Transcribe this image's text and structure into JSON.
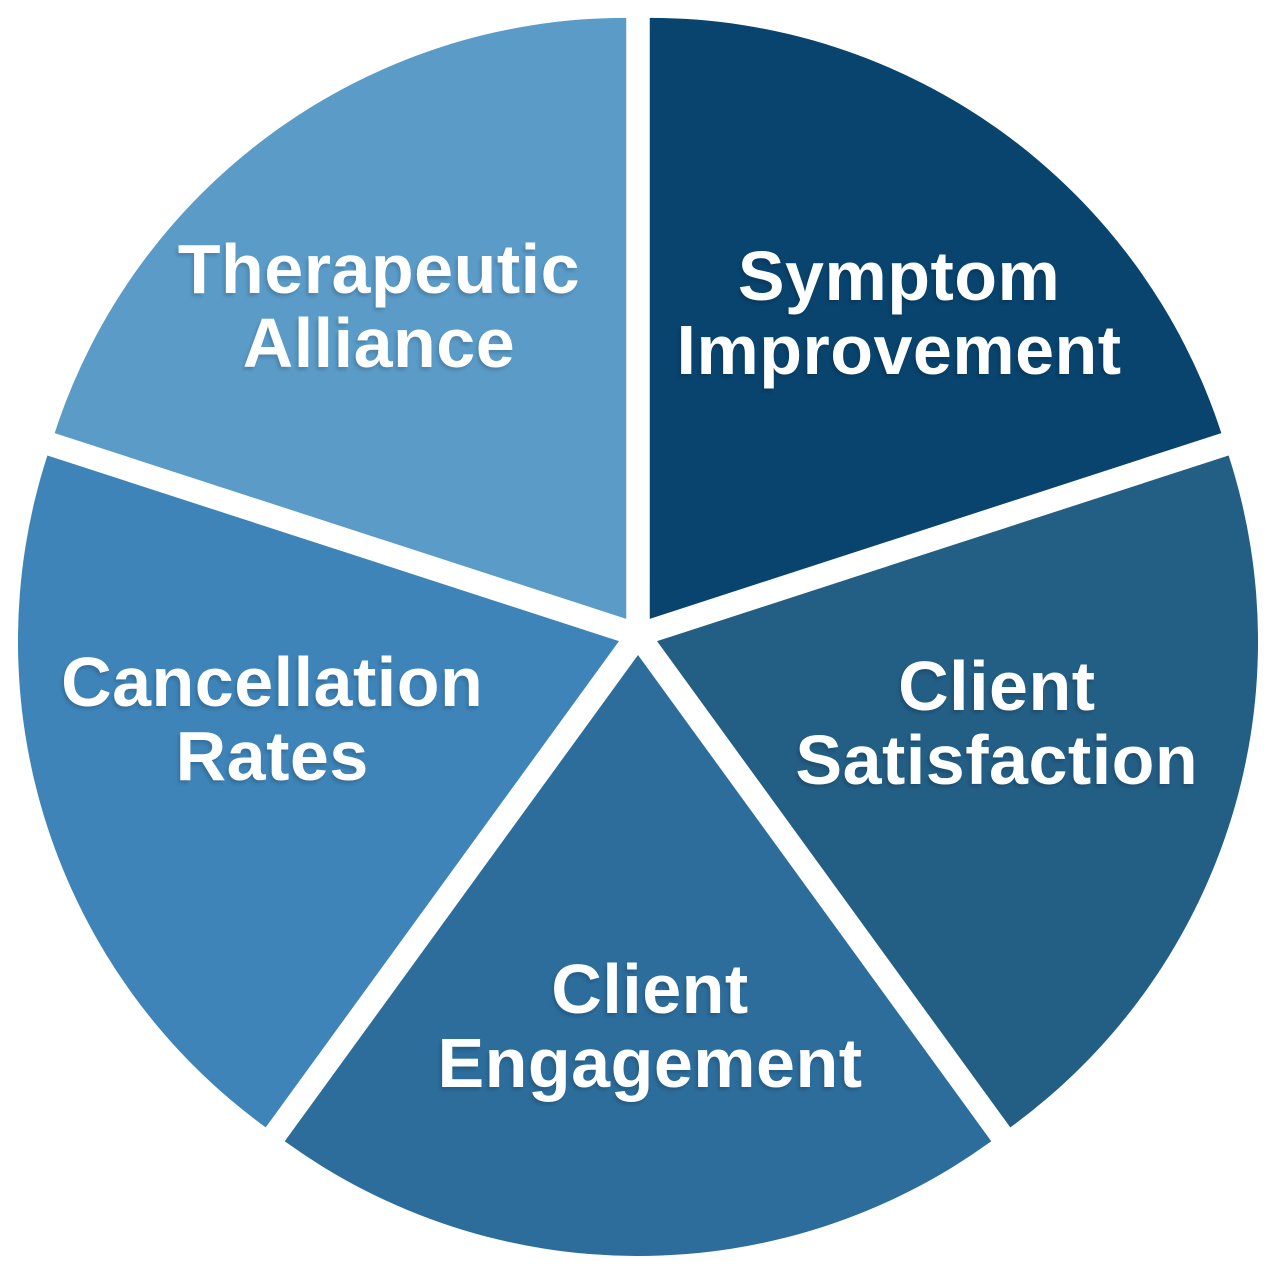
{
  "figure": {
    "background": "#ffffff",
    "gap_color": "#ffffff",
    "label_text_color": "#ffffff"
  },
  "chart_data": {
    "type": "pie",
    "title": "",
    "legend": "none",
    "direction": "clockwise",
    "start_angle_deg": 0,
    "slices": [
      {
        "label": "Symptom Improvement",
        "label_lines": [
          "Symptom",
          "Improvement"
        ],
        "value": 20,
        "color": "#09446e"
      },
      {
        "label": "Client Satisfaction",
        "label_lines": [
          "Client",
          "Satisfaction"
        ],
        "value": 20,
        "color": "#235e85"
      },
      {
        "label": "Client Engagement",
        "label_lines": [
          "Client",
          "Engagement"
        ],
        "value": 20,
        "color": "#2c6d9c"
      },
      {
        "label": "Cancellation Rates",
        "label_lines": [
          "Cancellation",
          "Rates"
        ],
        "value": 20,
        "color": "#3e84b8"
      },
      {
        "label": "Therapeutic Alliance",
        "label_lines": [
          "Therapeutic",
          "Alliance"
        ],
        "value": 20,
        "color": "#5a9bc8"
      }
    ]
  }
}
